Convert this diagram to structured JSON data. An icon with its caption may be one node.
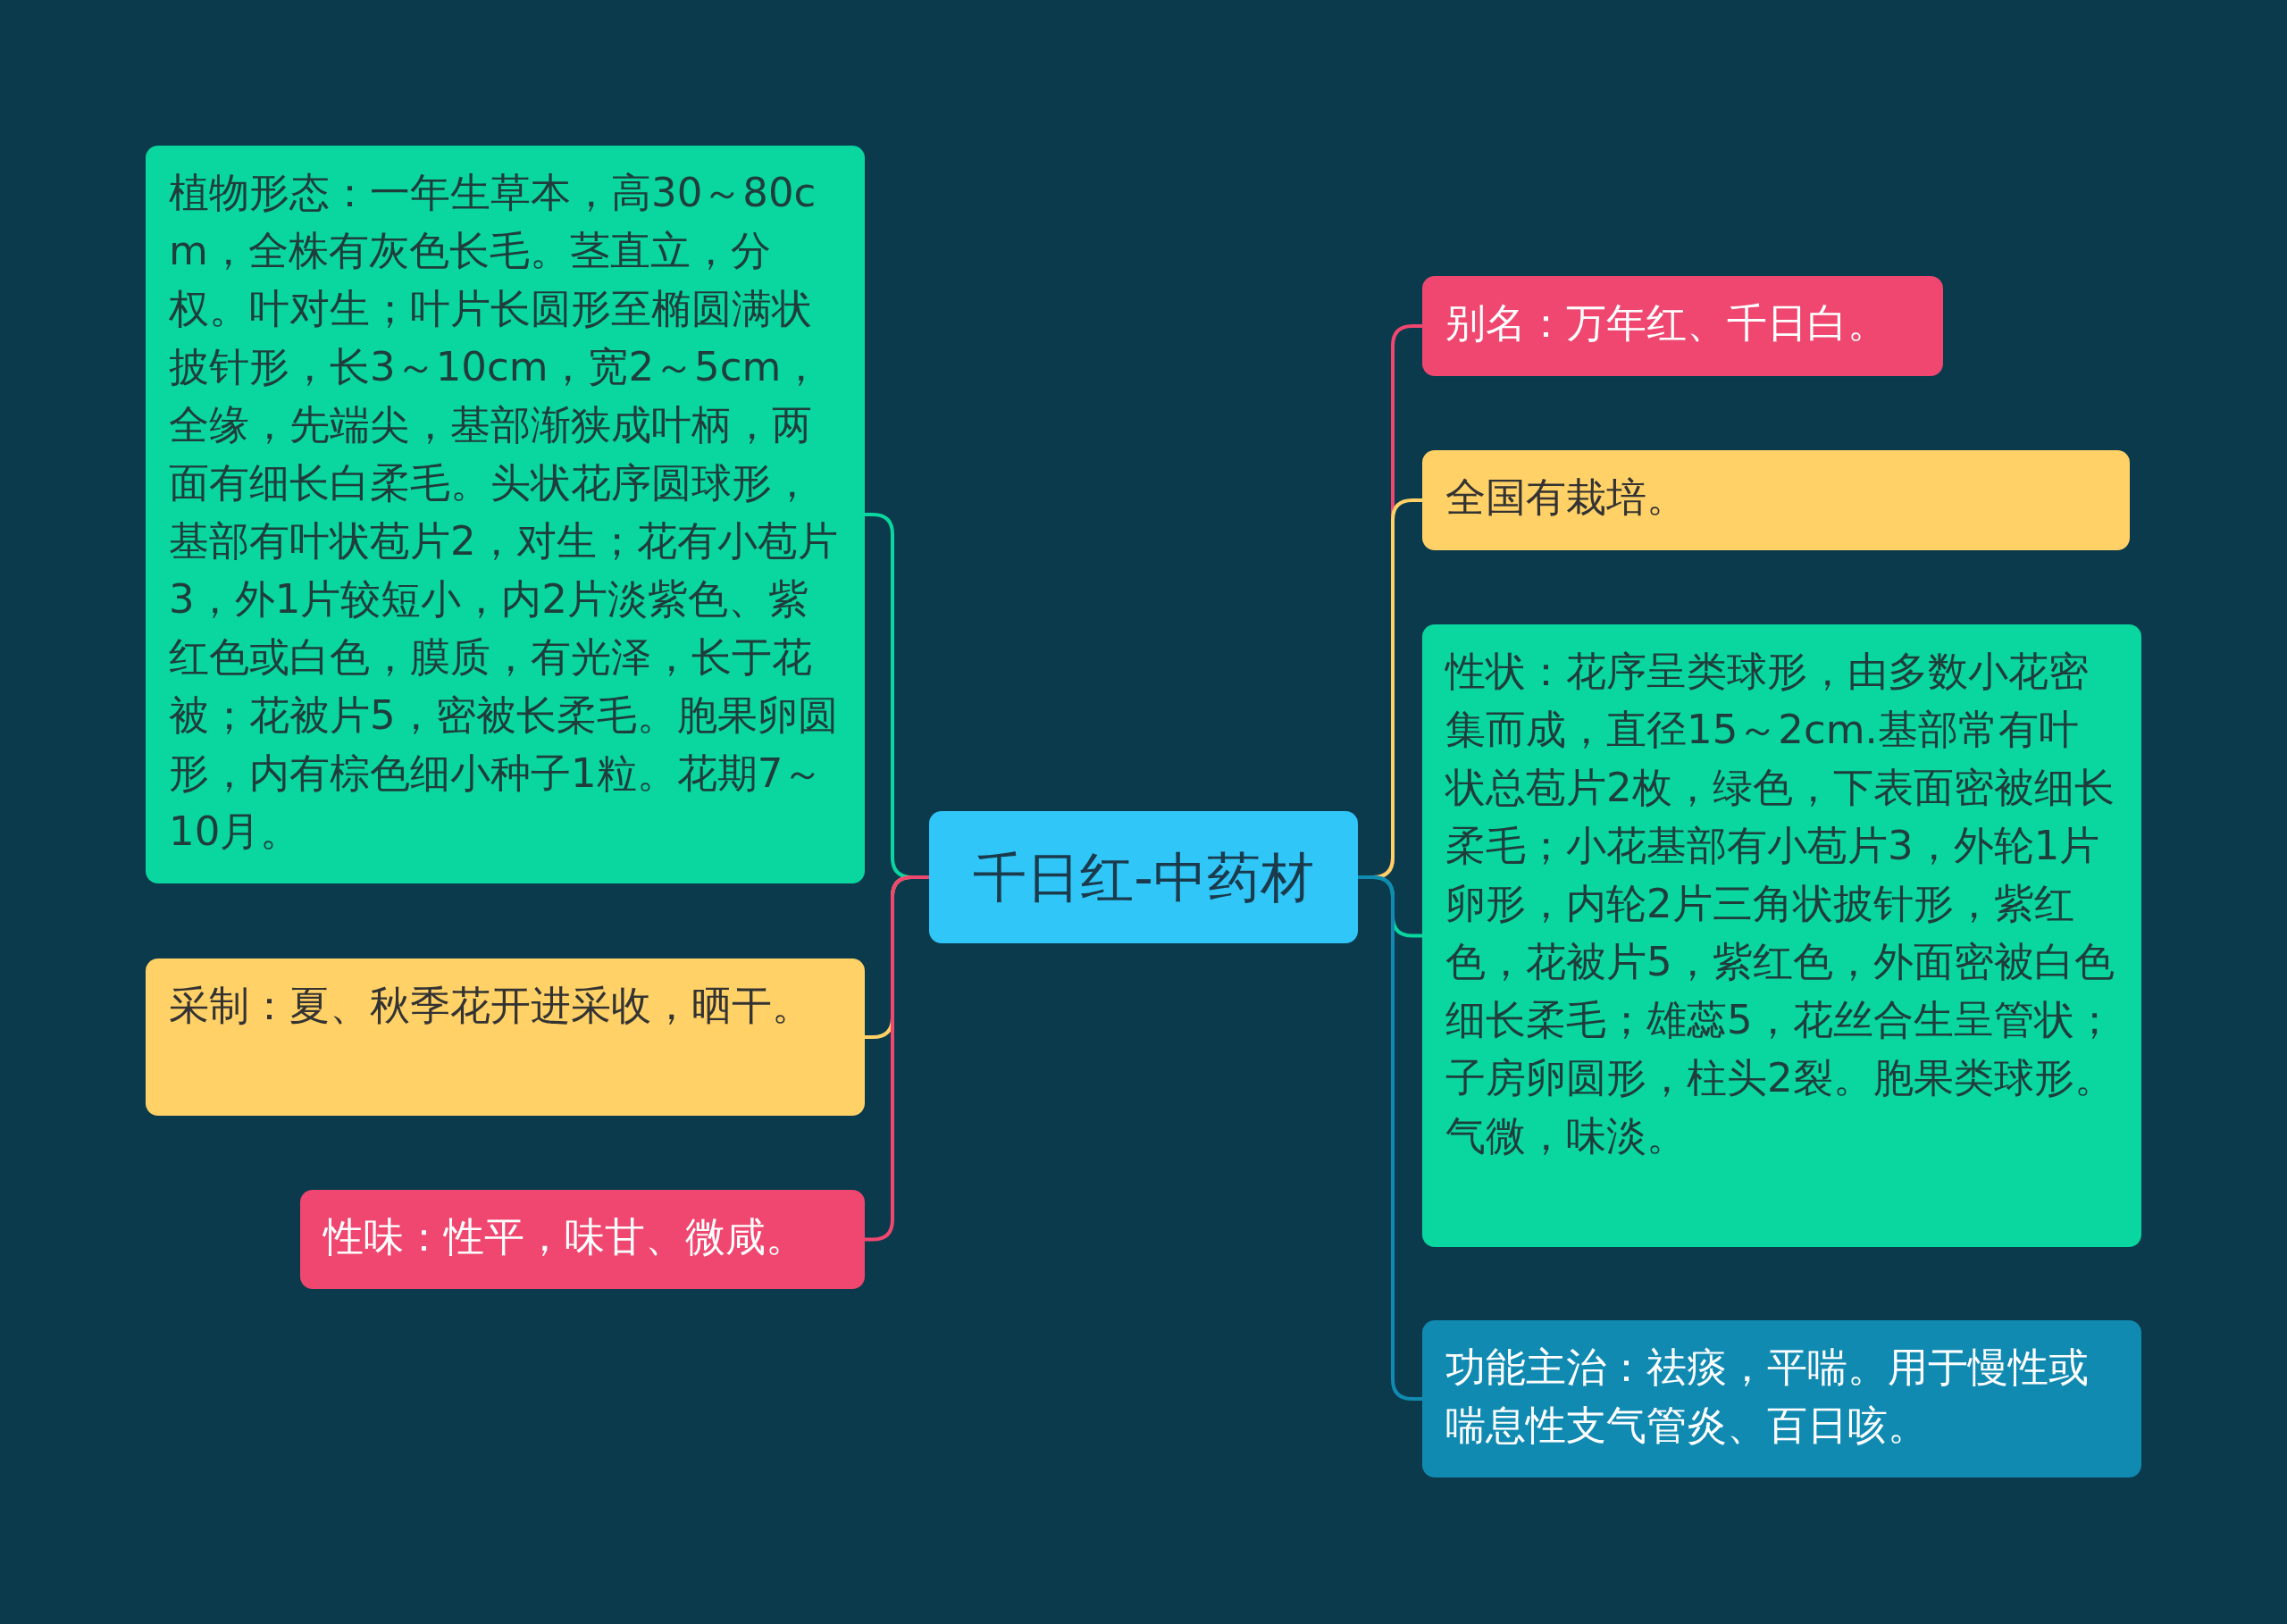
{
  "diagram": {
    "nodes": [
      {
        "text": [
          "千日红-中药材"
        ]
      },
      {
        "text": [
          "植物形态：一年生草本，高30～80cm，全株有灰色长毛。茎直立，分权。叶对生；叶片长圆形至椭圆满状披针形，长3～10cm，宽2～5cm，全缘，先端尖，基部渐狭成叶柄，两面有细长白柔毛。头状花序圆球形，基部有叶状苞片2，对生；花有小苞片3，外1片较短小，内2片淡紫色、紫红色或白色，膜质，有光泽，长于花被；花被片5，密被长柔毛。胞果卵圆形，内有棕色细小种子1粒。花期7～10月。"
        ]
      },
      {
        "text": [
          "采制：夏、秋季花开进采收，晒干。"
        ]
      },
      {
        "text": [
          "性味：性平，味甘、微咸。"
        ]
      },
      {
        "text": [
          "别名：万年红、千日白。"
        ]
      },
      {
        "text": [
          "全国有栽培。"
        ]
      },
      {
        "text": [
          "性状：花序呈类球形，由多数小花密集而成，直径15～2cm.基部常有叶状总苞片2枚，绿色，下表面密被细长柔毛；小花基部有小苞片3，外轮1片卵形，内轮2片三角状披针形，紫红色，花被片5，紫红色，外面密被白色细长柔毛；雄蕊5，花丝合生呈管状；子房卵圆形，柱头2裂。胞果类球形。气微，味淡。"
        ]
      },
      {
        "text": [
          "功能主治：祛痰，平喘。用于慢性或喘息性支气管炎、百日咳。"
        ]
      }
    ],
    "edges": [
      {
        "from": 0,
        "to": 1,
        "arrow": "none",
        "color": "#0ad6a0"
      },
      {
        "from": 0,
        "to": 2,
        "arrow": "none",
        "color": "#ffd166"
      },
      {
        "from": 0,
        "to": 3,
        "arrow": "none",
        "color": "#ef476f"
      },
      {
        "from": 0,
        "to": 4,
        "arrow": "none",
        "color": "#ef476f"
      },
      {
        "from": 0,
        "to": 5,
        "arrow": "none",
        "color": "#ffd166"
      },
      {
        "from": 0,
        "to": 6,
        "arrow": "none",
        "color": "#0ad6a0"
      },
      {
        "from": 0,
        "to": 7,
        "arrow": "none",
        "color": "#118ab2"
      }
    ]
  }
}
